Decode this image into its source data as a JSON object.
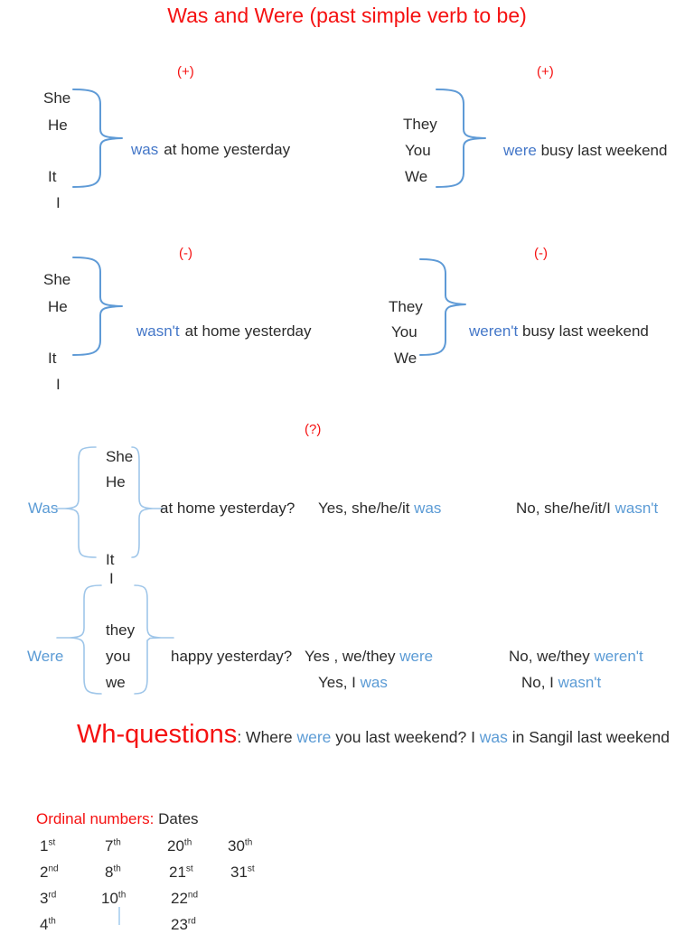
{
  "palette": {
    "red": "#f51111",
    "blue_dark": "#4477c8",
    "blue_light": "#5b9bd5",
    "brace_blue": "#5e9ad6",
    "bracket_blue": "#9fc6e9",
    "text": "#2b2b2b",
    "background": "#ffffff"
  },
  "title": "Was and Were (past simple verb to be)",
  "sections": {
    "positive": {
      "label_left": "(+)",
      "label_right": "(+)",
      "left": {
        "pronouns": [
          "She",
          "He",
          "It",
          "I"
        ],
        "verb": "was",
        "rest": "at home yesterday"
      },
      "right": {
        "pronouns": [
          "They",
          "You",
          "We"
        ],
        "verb": "were",
        "rest": " busy last weekend"
      }
    },
    "negative": {
      "label_left": "(-)",
      "label_right": "(-)",
      "left": {
        "pronouns": [
          "She",
          "He",
          "It",
          "I"
        ],
        "verb": "wasn't",
        "rest": "at home yesterday"
      },
      "right": {
        "pronouns": [
          "They",
          "You",
          "We"
        ],
        "verb": "weren't",
        "rest": " busy last weekend"
      }
    },
    "question": {
      "label": "(?)",
      "was": {
        "aux": "Was",
        "pronouns": [
          "She",
          "He",
          "It",
          "I"
        ],
        "question": "at home yesterday?",
        "yes_prefix": "Yes, she/he/it ",
        "yes_verb": "was",
        "no_prefix": "No, she/he/it/I ",
        "no_verb": "wasn't"
      },
      "were": {
        "aux": "Were",
        "pronouns": [
          "they",
          "you",
          "we"
        ],
        "question": "happy yesterday?",
        "yes_prefix": "Yes , we/they ",
        "yes_verb": "were",
        "no_prefix": "No, we/they ",
        "no_verb": "weren't",
        "yes2_prefix": "Yes, I ",
        "yes2_verb": "was",
        "no2_prefix": "No, I ",
        "no2_verb": "wasn't"
      }
    }
  },
  "wh": {
    "heading": "Wh-questions",
    "colon": ": ",
    "p1": "Where ",
    "v1": "were",
    "p2": " you last weekend? I ",
    "v2": "was",
    "p3": " in Sangil last weekend"
  },
  "ordinals": {
    "label": "Ordinal numbers:",
    "dates": " Dates",
    "grid": [
      [
        {
          "n": "1",
          "s": "st"
        },
        {
          "n": "7",
          "s": "th"
        },
        {
          "n": "20",
          "s": "th"
        },
        {
          "n": "30",
          "s": "th"
        }
      ],
      [
        {
          "n": "2",
          "s": "nd"
        },
        {
          "n": "8",
          "s": "th"
        },
        {
          "n": "21",
          "s": "st"
        },
        {
          "n": "31",
          "s": "st"
        }
      ],
      [
        {
          "n": "3",
          "s": "rd"
        },
        {
          "n": "10",
          "s": "th"
        },
        {
          "n": "22",
          "s": "nd"
        },
        {
          "n": "",
          "s": ""
        }
      ],
      [
        {
          "n": "4",
          "s": "th"
        },
        {
          "n": "",
          "s": ""
        },
        {
          "n": "23",
          "s": "rd"
        },
        {
          "n": "",
          "s": ""
        }
      ]
    ]
  }
}
